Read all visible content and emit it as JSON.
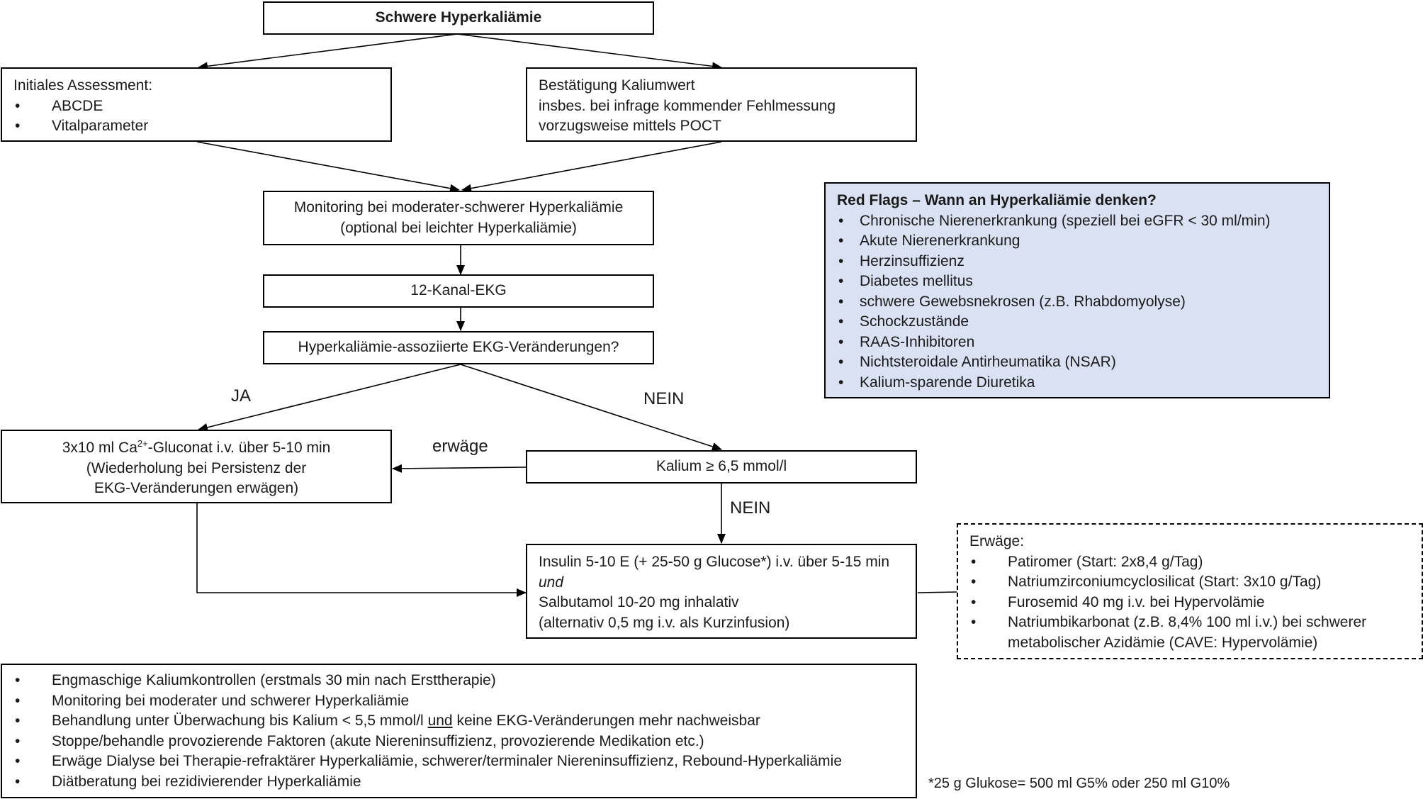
{
  "nodes": {
    "title": "Schwere Hyperkaliämie",
    "assessment": {
      "heading": "Initiales Assessment:",
      "items": [
        "ABCDE",
        "Vitalparameter"
      ]
    },
    "confirm": {
      "lines": [
        "Bestätigung Kaliumwert",
        "insbes. bei infrage kommender Fehlmessung",
        "vorzugsweise mittels POCT"
      ]
    },
    "monitoring": {
      "lines": [
        "Monitoring bei moderater-schwerer Hyperkaliämie",
        "(optional bei leichter Hyperkaliämie)"
      ]
    },
    "ekg": "12-Kanal-EKG",
    "ekg_question": "Hyperkaliämie-assoziierte EKG-Veränderungen?",
    "calcium": {
      "line1_pre": "3x10 ml Ca",
      "line1_sup": "2+",
      "line1_post": "-Gluconat i.v. über 5-10 min",
      "line2": "(Wiederholung bei Persistenz der",
      "line3": "EKG-Veränderungen erwägen)"
    },
    "kalium_check": "Kalium ≥ 6,5 mmol/l",
    "insulin": {
      "line1": "Insulin 5-10 E (+ 25-50 g Glucose*) i.v. über 5-15 min",
      "line2": "und",
      "line3": "Salbutamol 10-20 mg inhalativ",
      "line4": "(alternativ 0,5 mg i.v. als Kurzinfusion)"
    },
    "consider": {
      "heading": "Erwäge:",
      "items": [
        "Patiromer (Start: 2x8,4 g/Tag)",
        "Natriumzirconiumcyclosilicat (Start: 3x10 g/Tag)",
        "Furosemid 40 mg i.v. bei Hypervolämie",
        "Natriumbikarbonat (z.B. 8,4% 100 ml i.v.) bei schwerer metabolischer Azidämie (CAVE: Hypervolämie)"
      ]
    },
    "redflags": {
      "heading": "Red Flags – Wann an Hyperkaliämie denken?",
      "items": [
        "Chronische Nierenerkrankung (speziell bei eGFR < 30 ml/min)",
        "Akute Nierenerkrankung",
        "Herzinsuffizienz",
        "Diabetes mellitus",
        "schwere Gewebsnekrosen (z.B. Rhabdomyolyse)",
        "Schockzustände",
        "RAAS-Inhibitoren",
        "Nichtsteroidale Antirheumatika (NSAR)",
        "Kalium-sparende Diuretika"
      ]
    },
    "followup": {
      "item1": "Engmaschige Kaliumkontrollen (erstmals 30 min nach Ersttherapie)",
      "item2": "Monitoring bei moderater und schwerer Hyperkaliämie",
      "item3_pre": "Behandlung unter Überwachung bis Kalium < 5,5 mmol/l ",
      "item3_ul": "und",
      "item3_post": " keine EKG-Veränderungen mehr nachweisbar",
      "item4": "Stoppe/behandle provozierende Faktoren (akute Niereninsuffizienz, provozierende Medikation etc.)",
      "item5": "Erwäge Dialyse bei Therapie-refraktärer Hyperkaliämie, schwerer/terminaler Niereninsuffizienz, Rebound-Hyperkaliämie",
      "item6": "Diätberatung bei rezidivierender Hyperkaliämie"
    }
  },
  "edge_labels": {
    "yes": "JA",
    "no": "NEIN",
    "no_second": "NEIN",
    "consider": "erwäge"
  },
  "footnote": "*25 g Glukose= 500 ml G5% oder 250 ml G10%",
  "colors": {
    "redflags_fill": "#d9e1f2",
    "line": "#000000"
  }
}
